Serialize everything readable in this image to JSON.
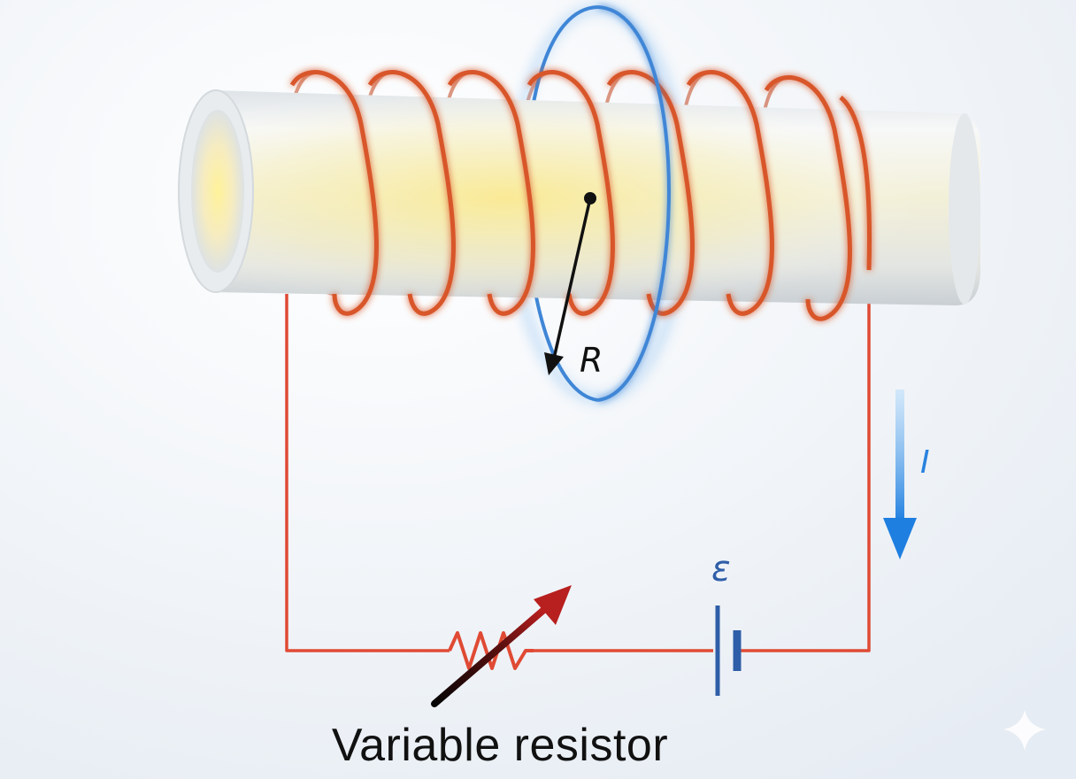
{
  "diagram": {
    "labels": {
      "radius": "R",
      "current": "I",
      "emf": "ε",
      "resistor": "Variable resistor"
    },
    "icons": {
      "corner_mark": "sparkle-icon"
    },
    "colors": {
      "background": "#f1f4f8",
      "coil": "#d8562a",
      "circuit_wire": "#e04a34",
      "loop": "#3f86d6",
      "current_arrow": "#2a82de",
      "battery": "#2f5ea8",
      "resistor_arrow": "#b81f1f",
      "text": "#111111",
      "tube": "#e9edf0",
      "tube_glow": "#f7e88c"
    }
  }
}
